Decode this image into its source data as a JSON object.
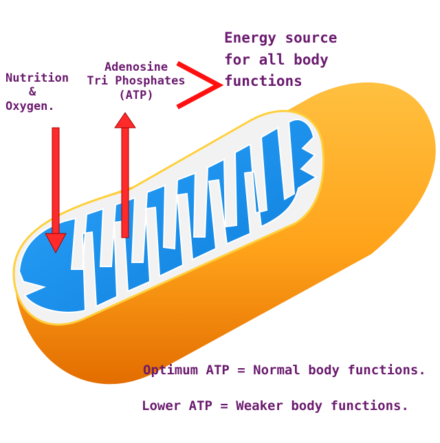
{
  "labels": {
    "nutrition_line1": "Nutrition",
    "nutrition_line2": "&",
    "nutrition_line3": "Oxygen.",
    "atp_line1": "Adenosine",
    "atp_line2": "Tri Phosphates",
    "atp_line3": "(ATP)",
    "energy_line1": "Energy source",
    "energy_line2": "for all body",
    "energy_line3": "functions"
  },
  "statements": {
    "optimum": "Optimum ATP = Normal body functions.",
    "lower": "Lower ATP = Weaker body functions."
  },
  "colors": {
    "text": "#6a1a6e",
    "arrow": "#ff2020",
    "membrane_outer": "#f39c12",
    "cristae": "#1e90ff"
  }
}
